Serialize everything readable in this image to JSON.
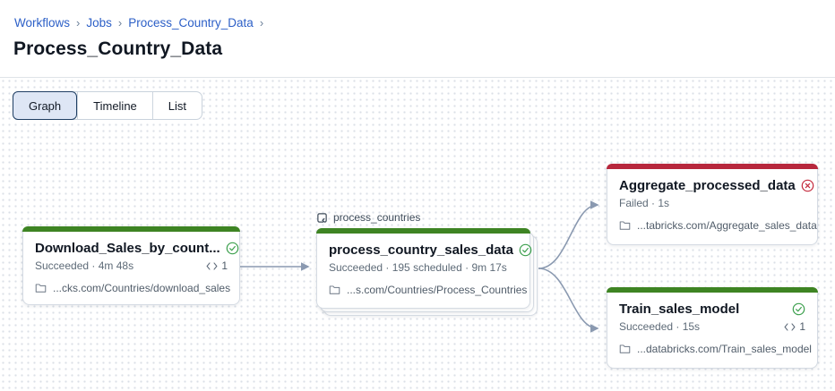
{
  "theme": {
    "link": "#2c5fc7",
    "title": "#101722",
    "divider": "#dfe3e8",
    "dot": "#dbe0e7",
    "tab-selected-bg": "#dee6f5",
    "tab-selected-border": "#1f3e63",
    "node-border": "#d5dbe3",
    "success": "#3e8423",
    "success-icon": "#3da04e",
    "failed": "#b7273d",
    "failed-icon": "#c42b3e",
    "edge": "#8a99b0",
    "meta": "#5d6a77",
    "path": "#505c69"
  },
  "breadcrumb": {
    "items": [
      "Workflows",
      "Jobs",
      "Process_Country_Data"
    ],
    "separator": "›"
  },
  "page": {
    "title": "Process_Country_Data"
  },
  "tabs": {
    "graph": "Graph",
    "timeline": "Timeline",
    "list": "List"
  },
  "graph": {
    "for_each_label": "process_countries",
    "nodes": [
      {
        "title": "Download_Sales_by_count...",
        "meta": "Succeeded  ·  4m 48s",
        "code_count": "1",
        "path": "...cks.com/Countries/download_sales",
        "state": "success"
      },
      {
        "title": "process_country_sales_data",
        "meta": "Succeeded  ·  195 scheduled  ·  9m 17s",
        "path": "...s.com/Countries/Process_Countries",
        "state": "success"
      },
      {
        "title": "Aggregate_processed_data",
        "meta": "Failed  ·  1s",
        "path": "...tabricks.com/Aggregate_sales_data",
        "state": "failed"
      },
      {
        "title": "Train_sales_model",
        "meta": "Succeeded  ·  15s",
        "code_count": "1",
        "path": "...databricks.com/Train_sales_model",
        "state": "success"
      }
    ]
  }
}
